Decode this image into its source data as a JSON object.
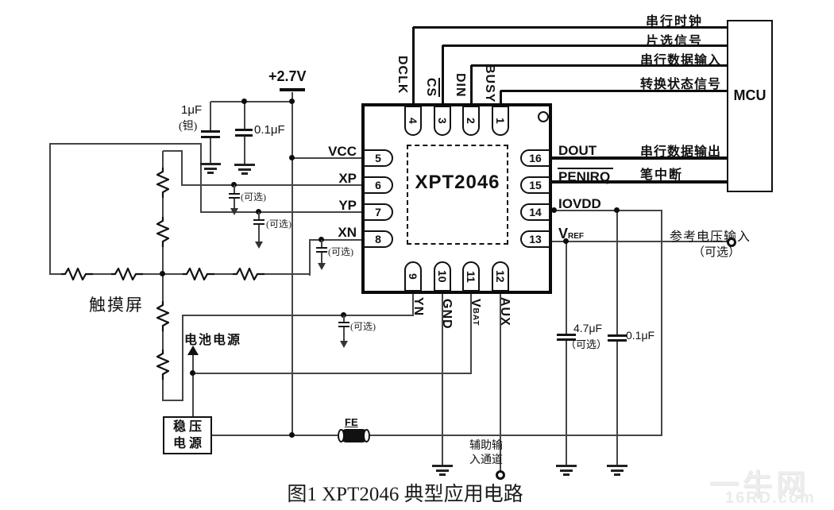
{
  "title": "图1  XPT2046 典型应用电路",
  "watermark": {
    "name": "一牛网",
    "site": "16RD.com"
  },
  "supply": {
    "voltage": "+2.7V",
    "cap_tantalum": "1μF",
    "cap_tantalum_note": "(钽)",
    "cap_bypass": "0.1μF"
  },
  "ic": {
    "part": "XPT2046",
    "left_pins": [
      {
        "num": "5",
        "name": "VCC"
      },
      {
        "num": "6",
        "name": "XP"
      },
      {
        "num": "7",
        "name": "YP"
      },
      {
        "num": "8",
        "name": "XN"
      }
    ],
    "top_pins": [
      {
        "num": "4",
        "name": "DCLK"
      },
      {
        "num": "3",
        "name": "CS"
      },
      {
        "num": "2",
        "name": "DIN"
      },
      {
        "num": "1",
        "name": "BUSY"
      }
    ],
    "right_pins": [
      {
        "num": "16",
        "name": "DOUT"
      },
      {
        "num": "15",
        "name": "PENIRQ"
      },
      {
        "num": "14",
        "name": "IOVDD"
      },
      {
        "num": "13",
        "name": "V",
        "sub": "REF"
      }
    ],
    "bottom_pins": [
      {
        "num": "9",
        "name": "YN"
      },
      {
        "num": "10",
        "name": "GND"
      },
      {
        "num": "11",
        "name": "V",
        "sub": "BAT"
      },
      {
        "num": "12",
        "name": "AUX"
      }
    ]
  },
  "mcu": {
    "label": "MCU",
    "dclk_signal": "串行时钟",
    "cs_signal": "片选信号",
    "din_signal": "串行数据输入",
    "busy_signal": "转换状态信号",
    "dout_signal": "串行数据输出",
    "penirq_signal": "笔中断"
  },
  "touchscreen": {
    "label": "触摸屏"
  },
  "battery": {
    "label": "电池电源"
  },
  "regulator": {
    "line1": "稳 压",
    "line2": "电 源"
  },
  "ferrite": {
    "label": "FE"
  },
  "vref_input": {
    "label": "参考电压输入",
    "note": "（可选）"
  },
  "aux_input": {
    "line1": "辅助输",
    "line2": "入通道"
  },
  "decoupling": {
    "cap_vref": "4.7μF",
    "cap_vref_note": "（可选）",
    "cap_iovdd": "0.1μF"
  },
  "optional_note": "(可选)"
}
